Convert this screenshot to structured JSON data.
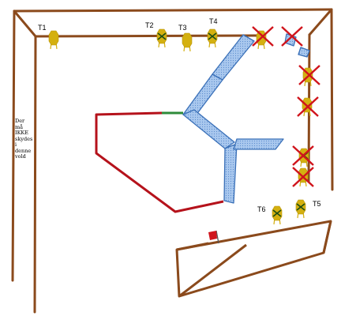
{
  "diagram": {
    "note_lines": [
      "Der",
      "må",
      "IKKE",
      "skydes",
      "i",
      "denne",
      "vold"
    ],
    "target_labels": {
      "t1": "T1",
      "t2": "T2",
      "t3": "T3",
      "t4": "T4",
      "t5": "T5",
      "t6": "T6"
    },
    "colors": {
      "wall": "#8b4a1c",
      "fence": "#b5121b",
      "gate": "#2e8b3a",
      "barrier_fill": "#a9c8ee",
      "barrier_stroke": "#3a70b8",
      "target": "#d4b010",
      "target_mark": "#1d4d14",
      "crossed_out": "#d0141c"
    },
    "icons": [
      "target-icon",
      "crossed-target-icon",
      "flag-icon"
    ]
  }
}
